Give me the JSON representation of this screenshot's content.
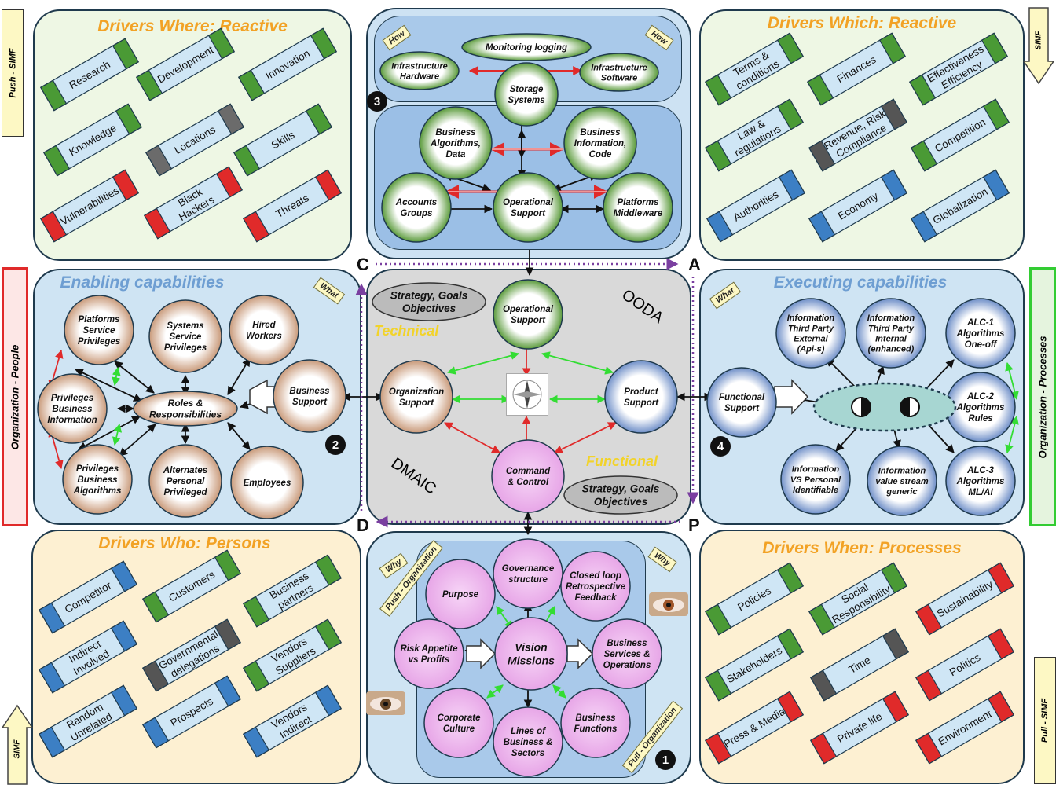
{
  "panels": {
    "where": {
      "title": "Drivers Where: Reactive",
      "items": [
        {
          "label": "Research",
          "cap": "#4a9a35"
        },
        {
          "label": "Development",
          "cap": "#4a9a35"
        },
        {
          "label": "Innovation",
          "cap": "#4a9a35"
        },
        {
          "label": "Knowledge",
          "cap": "#4a9a35"
        },
        {
          "label": "Locations",
          "cap": "#6b6b6b"
        },
        {
          "label": "Skills",
          "cap": "#4a9a35"
        },
        {
          "label": "Vulnerabilities",
          "cap": "#e02a2a"
        },
        {
          "label": "Black\nHackers",
          "cap": "#e02a2a"
        },
        {
          "label": "Threats",
          "cap": "#e02a2a"
        }
      ]
    },
    "which": {
      "title": "Drivers Which: Reactive",
      "items": [
        {
          "label": "Terms &\nconditions",
          "cap": "#4a9a35"
        },
        {
          "label": "Finances",
          "cap": "#4a9a35"
        },
        {
          "label": "Effectiveness\nEfficiency",
          "cap": "#4a9a35"
        },
        {
          "label": "Law &\nregulations",
          "cap": "#4a9a35"
        },
        {
          "label": "Revenue, Risk\nCompliance",
          "cap": "#555555"
        },
        {
          "label": "Competition",
          "cap": "#4a9a35"
        },
        {
          "label": "Authorities",
          "cap": "#3c7fc4"
        },
        {
          "label": "Economy",
          "cap": "#3c7fc4"
        },
        {
          "label": "Globalization",
          "cap": "#3c7fc4"
        }
      ]
    },
    "who": {
      "title": "Drivers Who: Persons",
      "items": [
        {
          "label": "Competitor",
          "cap": "#3c7fc4"
        },
        {
          "label": "Customers",
          "cap": "#4a9a35"
        },
        {
          "label": "Business\npartners",
          "cap": "#4a9a35"
        },
        {
          "label": "Indirect\nInvolved",
          "cap": "#3c7fc4"
        },
        {
          "label": "Governmental\ndelegations",
          "cap": "#555555"
        },
        {
          "label": "Vendors\nSuppliers",
          "cap": "#4a9a35"
        },
        {
          "label": "Random\nUnrelated",
          "cap": "#3c7fc4"
        },
        {
          "label": "Prospects",
          "cap": "#3c7fc4"
        },
        {
          "label": "Vendors\nIndirect",
          "cap": "#3c7fc4"
        }
      ]
    },
    "when": {
      "title": "Drivers When: Processes",
      "items": [
        {
          "label": "Policies",
          "cap": "#4a9a35"
        },
        {
          "label": "Social\nResponsibility",
          "cap": "#4a9a35"
        },
        {
          "label": "Sustainability",
          "cap": "#e02a2a"
        },
        {
          "label": "Stakeholders",
          "cap": "#4a9a35"
        },
        {
          "label": "Time",
          "cap": "#555555"
        },
        {
          "label": "Politics",
          "cap": "#e02a2a"
        },
        {
          "label": "Press & Media",
          "cap": "#e02a2a"
        },
        {
          "label": "Private life",
          "cap": "#e02a2a"
        },
        {
          "label": "Environment",
          "cap": "#e02a2a"
        }
      ]
    },
    "enabling": {
      "title": "Enabling capabilities"
    },
    "executing": {
      "title": "Executing capabilities"
    }
  },
  "tags": {
    "how": "How",
    "what": "What",
    "why": "Why",
    "push_org": "Push - Organization",
    "pull_org": "Pull - Organization"
  },
  "side_labels": {
    "push_simf": "Push - SIMF",
    "simf_top_right": "SIMF",
    "org_people": "Organization - People",
    "org_processes": "Organization - Processes",
    "simf_bottom_left": "SIMF",
    "pull_simf": "Pull - SIMF"
  },
  "letters": {
    "c": "C",
    "a": "A",
    "d": "D",
    "p": "P"
  },
  "numbers": {
    "n1": "1",
    "n2": "2",
    "n3": "3",
    "n4": "4"
  },
  "center": {
    "strategy_top": "Strategy, Goals\nObjectives",
    "strategy_bottom": "Strategy, Goals\nObjectives",
    "technical": "Technical",
    "functional": "Functional",
    "ooda": "OODA",
    "dmaic": "DMAIC"
  },
  "nodes": {
    "monitoring": "Monitoring logging",
    "infra_hw": "Infrastructure\nHardware",
    "infra_sw": "Infrastructure\nSoftware",
    "storage": "Storage\nSystems",
    "bus_alg": "Business\nAlgorithms,\nData",
    "bus_info": "Business\nInformation,\nCode",
    "accounts": "Accounts\nGroups",
    "ops_support_top": "Operational\nSupport",
    "platforms_mw": "Platforms\nMiddleware",
    "ops_support_mid": "Operational\nSupport",
    "org_support": "Organization\nSupport",
    "product_support": "Product\nSupport",
    "command": "Command\n& Control",
    "platforms_priv": "Platforms\nService\nPrivileges",
    "systems_priv": "Systems\nService\nPrivileges",
    "hired": "Hired\nWorkers",
    "priv_info": "Privileges\nBusiness\nInformation",
    "roles": "Roles &\nResponsibilities",
    "business_support": "Business\nSupport",
    "priv_alg": "Privileges\nBusiness\nAlgorithms",
    "alternates": "Alternates\nPersonal\nPrivileged",
    "employees": "Employees",
    "functional_support": "Functional\nSupport",
    "info_ext": "Information\nThird Party\nExternal\n(Api-s)",
    "info_int": "Information\nThird Party\nInternal\n(enhanced)",
    "alc1": "ALC-1\nAlgorithms\nOne-off",
    "alc2": "ALC-2\nAlgorithms\nRules",
    "alc3": "ALC-3\nAlgorithms\nML/AI",
    "info_pii": "Information\nVS Personal\nIdentifiable",
    "info_vs": "Information\nvalue stream\ngeneric",
    "governance": "Governance\nstructure",
    "purpose": "Purpose",
    "closed_loop": "Closed loop\nRetrospective\nFeedback",
    "risk": "Risk Appetite\nvs Profits",
    "vision": "Vision\nMissions",
    "bus_services": "Business\nServices &\nOperations",
    "culture": "Corporate\nCulture",
    "lines": "Lines of\nBusiness &\nSectors",
    "bus_functions": "Business\nFunctions"
  },
  "colors": {
    "panel_border": "#1f3a4d",
    "title_orange": "#f2a225",
    "title_blue": "#6e9ed2",
    "red_arrow": "#e02a2a",
    "green_arrow": "#33dd33",
    "purple_dots": "#7a3fa0"
  }
}
